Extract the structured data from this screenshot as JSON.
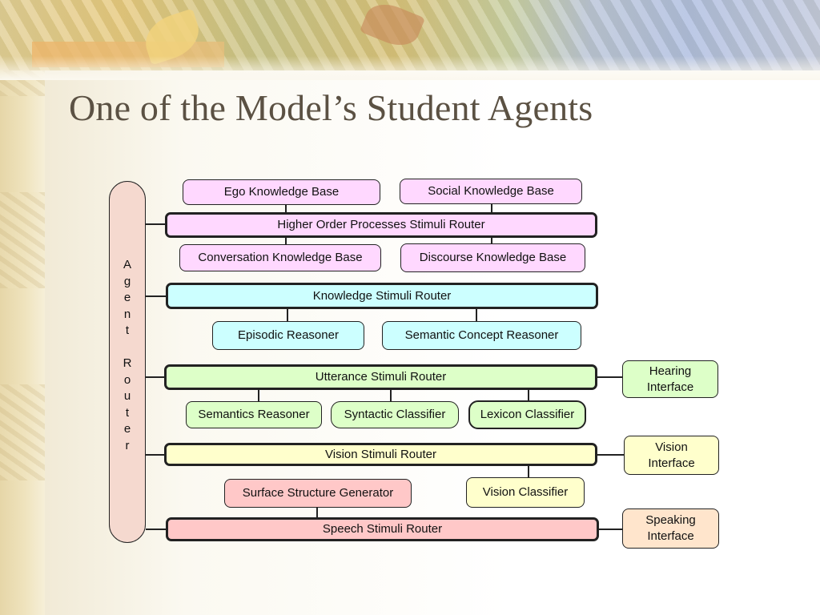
{
  "slide": {
    "title": "One of the Model’s Student Agents"
  },
  "diagram": {
    "agent_router_label": "A\ng\ne\nn\nt\n\nR\no\nu\nt\ne\nr",
    "higher_order": {
      "router": "Higher Order Processes Stimuli Router",
      "ego_kb": "Ego Knowledge Base",
      "social_kb": "Social Knowledge Base",
      "conversation_kb": "Conversation Knowledge Base",
      "discourse_kb": "Discourse Knowledge Base"
    },
    "knowledge": {
      "router": "Knowledge Stimuli Router",
      "episodic": "Episodic Reasoner",
      "semantic_concept": "Semantic Concept Reasoner"
    },
    "utterance": {
      "router": "Utterance Stimuli Router",
      "semantics": "Semantics Reasoner",
      "syntactic": "Syntactic Classifier",
      "lexicon": "Lexicon Classifier",
      "interface": "Hearing Interface"
    },
    "vision": {
      "router": "Vision Stimuli Router",
      "classifier": "Vision Classifier",
      "interface": "Vision Interface"
    },
    "speech": {
      "router": "Speech Stimuli Router",
      "generator": "Surface Structure Generator",
      "interface": "Speaking Interface"
    },
    "colors": {
      "higher_order": "#ffd8ff",
      "knowledge": "#ccffff",
      "utterance": "#ddffc8",
      "vision": "#ffffcc",
      "speech": "#ffc8c8",
      "speaking_interface": "#ffe5cc",
      "agent_router": "#f5d9cf",
      "title": "#5b5143"
    }
  }
}
